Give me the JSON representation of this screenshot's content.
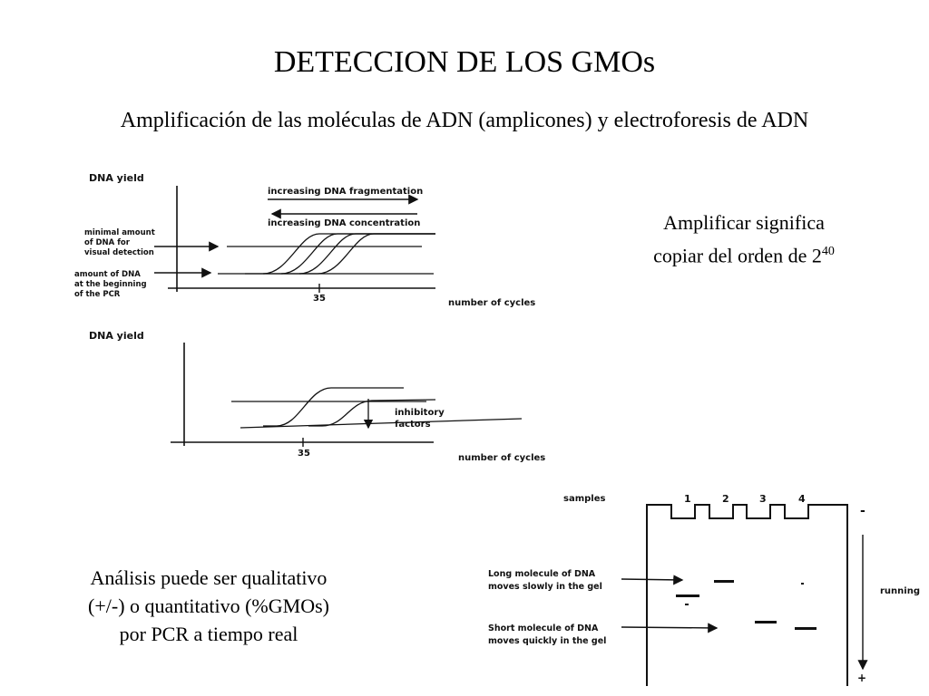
{
  "slide": {
    "title": "DETECCION DE LOS GMOs",
    "subtitle": "Amplificación de las moléculas de ADN (amplicones) y electroforesis de ADN",
    "note_amplify_line1": "Amplificar significa",
    "note_amplify_line2_prefix": "copiar del orden de 2",
    "note_amplify_exponent": "40",
    "note_analysis_line1": "Análisis puede ser qualitativo",
    "note_analysis_line2": "(+/-) o quantitativo (%GMOs)",
    "note_analysis_line3": "por PCR a tiempo real"
  },
  "figure_top": {
    "y_label": "DNA yield",
    "arrow_fragmentation": "increasing DNA fragmentation",
    "arrow_concentration": "increasing DNA concentration",
    "minimal_line1": "minimal amount",
    "minimal_line2": "of DNA for",
    "minimal_line3": "visual detection",
    "start_line1": "amount of DNA",
    "start_line2": "at the beginning",
    "start_line3": "of the PCR",
    "tick_label": "35",
    "x_label": "number of cycles"
  },
  "figure_bottom": {
    "y_label": "DNA yield",
    "inhibitory_line1": "inhibitory",
    "inhibitory_line2": "factors",
    "tick_label": "35",
    "x_label": "number of cycles"
  },
  "gel": {
    "samples_label": "samples",
    "lane_labels": [
      "1",
      "2",
      "3",
      "4"
    ],
    "minus_sign": "-",
    "plus_sign": "+",
    "running_label": "running",
    "long_line1": "Long molecule of DNA",
    "long_line2": "moves slowly in the gel",
    "short_line1": "Short molecule of DNA",
    "short_line2": "moves quickly in the gel"
  }
}
